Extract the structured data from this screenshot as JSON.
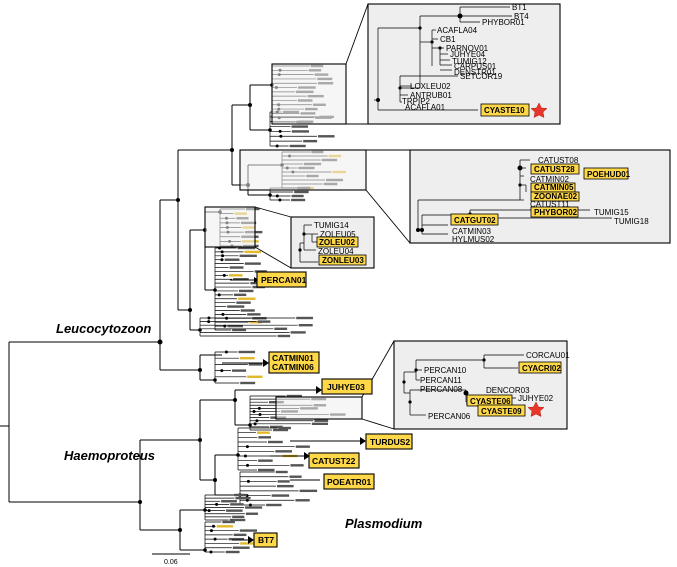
{
  "genera": {
    "leucocytozoon": "Leucocytozoon",
    "haemoproteus": "Haemoproteus",
    "plasmodium": "Plasmodium"
  },
  "scale": {
    "label": "0.06"
  },
  "highlights": {
    "percan01": "PERCAN01",
    "catmin01": "CATMIN01",
    "catmin06": "CATMIN06",
    "juhye03": "JUHYE03",
    "turdus2": "TURDUS2",
    "catust22": "CATUST22",
    "poeatr01": "POEATR01",
    "bt7": "BT7"
  },
  "inset1": {
    "labels": [
      "BT1",
      "BT4",
      "PHYBOR01",
      "ACAFLA04",
      "CB1",
      "PARNOV01",
      "JUHYE04",
      "TUMIG12",
      "CARPUS01",
      "DENSTR01",
      "SETCOR19",
      "LOXLEU02",
      "ANTRUB01",
      "TRPIP2",
      "ACAFLA01"
    ],
    "highlight": "CYASTE10"
  },
  "inset2": {
    "labels": [
      "CATUST08",
      "CATMIN02",
      "CATUST11",
      "TUMIG15",
      "TUMIG18",
      "CATMIN03",
      "HYLMUS02"
    ],
    "highlights": [
      "CATUST28",
      "POEHUD01",
      "CATMIN05",
      "ZOONAE02",
      "PHYBOR02",
      "CATGUT02"
    ]
  },
  "inset3": {
    "labels": [
      "TUMIG14",
      "ZOLEU05",
      "ZOLEU04"
    ],
    "highlights": [
      "ZOLEU02",
      "ZONLEU03"
    ]
  },
  "inset4": {
    "labels": [
      "CORCAU01",
      "PERCAN10",
      "PERCAN11",
      "PERCAN08",
      "DENCOR03",
      "JUHYE02",
      "PERCAN06"
    ],
    "highlights": [
      "CYACRI02",
      "CYASTE06",
      "CYASTE09"
    ]
  }
}
